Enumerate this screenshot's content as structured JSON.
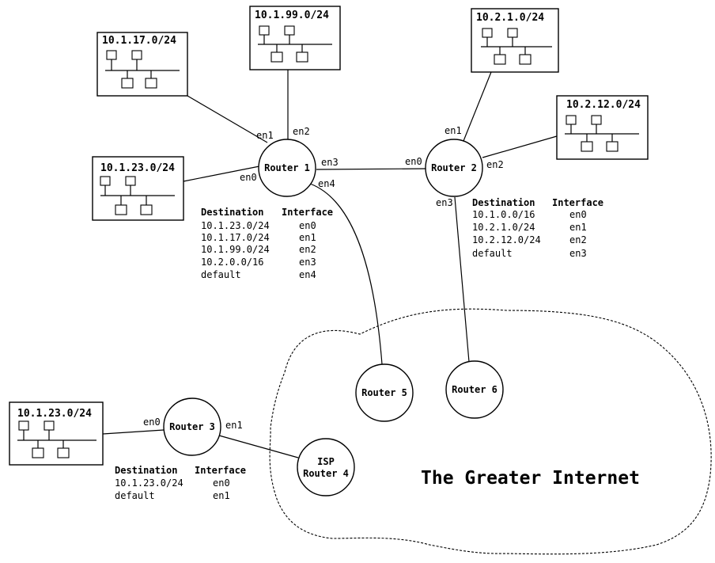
{
  "networks": {
    "net_1_17": "10.1.17.0/24",
    "net_1_99": "10.1.99.0/24",
    "net_2_1": "10.2.1.0/24",
    "net_2_12": "10.2.12.0/24",
    "net_1_23": "10.1.23.0/24",
    "net_1_23_b": "10.1.23.0/24"
  },
  "routers": {
    "r1": "Router 1",
    "r2": "Router 2",
    "r3": "Router 3",
    "r4_line1": "ISP",
    "r4_line2": "Router 4",
    "r5": "Router 5",
    "r6": "Router 6"
  },
  "interfaces": {
    "r1_en0": "en0",
    "r1_en1": "en1",
    "r1_en2": "en2",
    "r1_en3": "en3",
    "r1_en4": "en4",
    "r2_en0": "en0",
    "r2_en1": "en1",
    "r2_en2": "en2",
    "r2_en3": "en3",
    "r3_en0": "en0",
    "r3_en1": "en1"
  },
  "tables": {
    "r1": {
      "header_dest": "Destination",
      "header_if": "Interface",
      "rows": [
        {
          "dest": "10.1.23.0/24",
          "iface": "en0"
        },
        {
          "dest": "10.1.17.0/24",
          "iface": "en1"
        },
        {
          "dest": "10.1.99.0/24",
          "iface": "en2"
        },
        {
          "dest": "10.2.0.0/16",
          "iface": "en3"
        },
        {
          "dest": "default",
          "iface": "en4"
        }
      ]
    },
    "r2": {
      "header_dest": "Destination",
      "header_if": "Interface",
      "rows": [
        {
          "dest": "10.1.0.0/16",
          "iface": "en0"
        },
        {
          "dest": "10.2.1.0/24",
          "iface": "en1"
        },
        {
          "dest": "10.2.12.0/24",
          "iface": "en2"
        },
        {
          "dest": "default",
          "iface": "en3"
        }
      ]
    },
    "r3": {
      "header_dest": "Destination",
      "header_if": "Interface",
      "rows": [
        {
          "dest": "10.1.23.0/24",
          "iface": "en0"
        },
        {
          "dest": "default",
          "iface": "en1"
        }
      ]
    }
  },
  "cloud_label": "The Greater Internet"
}
